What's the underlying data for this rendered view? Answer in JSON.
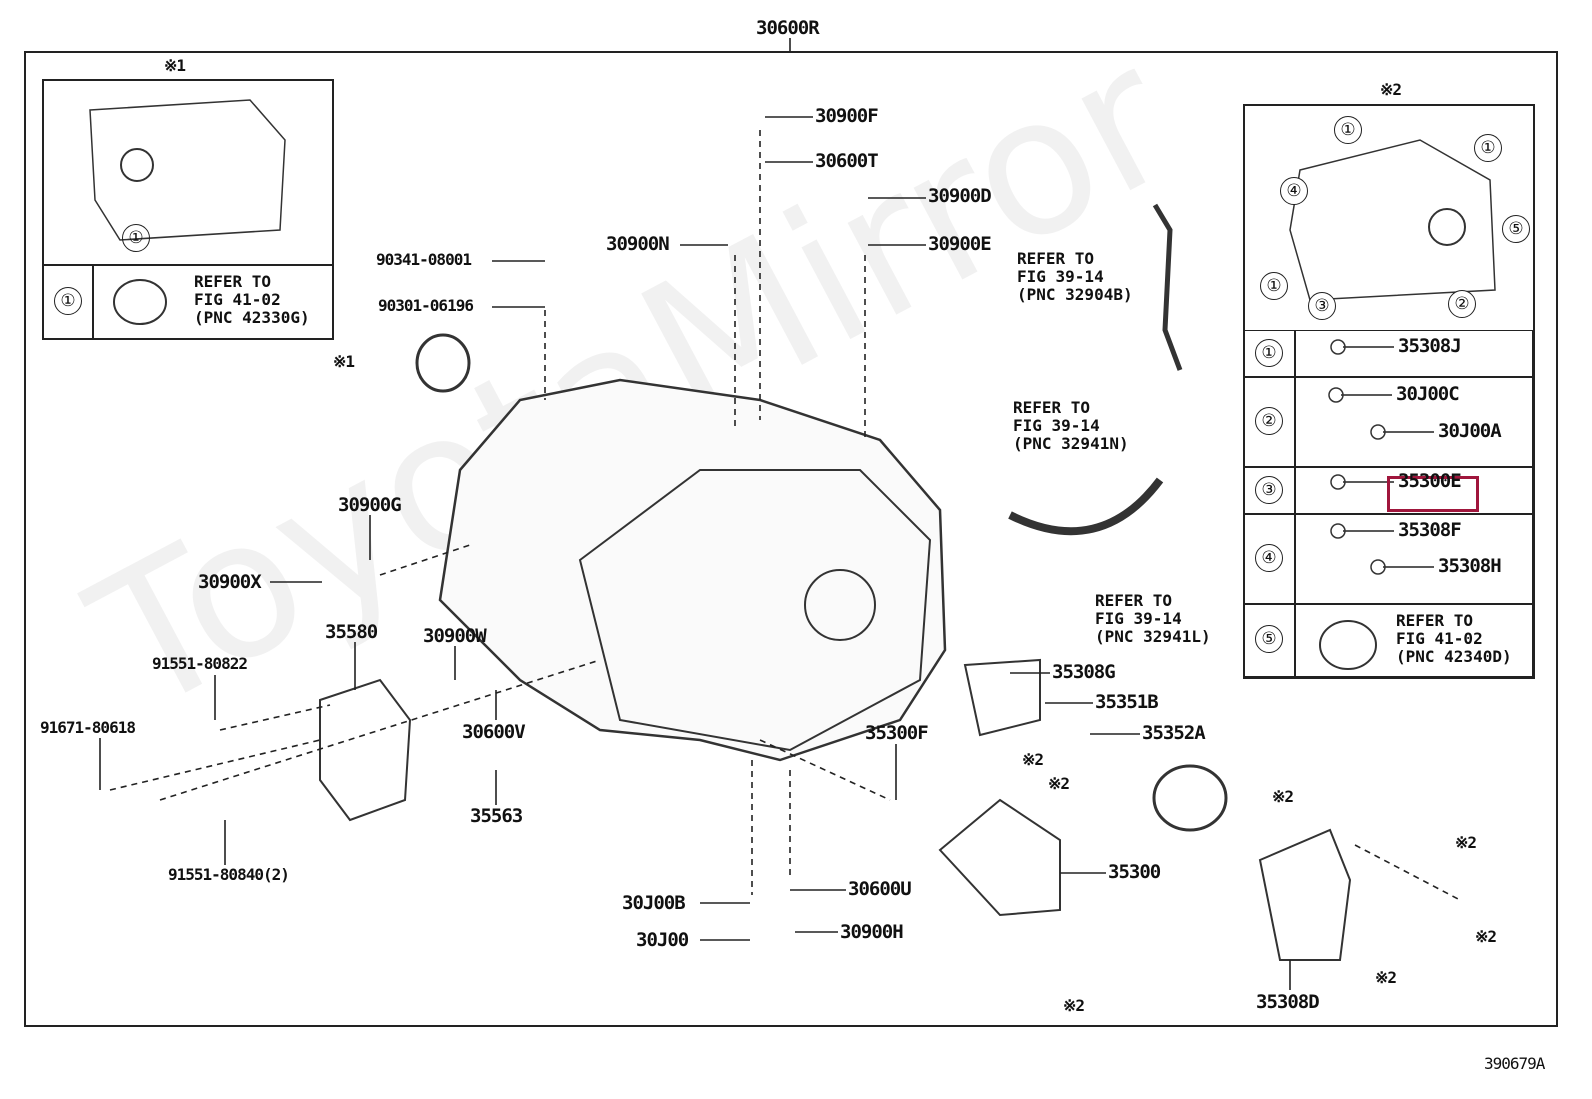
{
  "figure_id": "390679A",
  "assembly": "30600R",
  "watermark": "ToyotaMirror",
  "highlight_color": "#a0163c",
  "part_labels": [
    "30600R",
    "30900F",
    "30600T",
    "30900D",
    "30900E",
    "30900N",
    "90341-08001",
    "90301-06196",
    "30900G",
    "30900X",
    "35580",
    "30900W",
    "91551-80822",
    "91671-80618",
    "30600V",
    "35563",
    "91551-80840(2)",
    "30J00B",
    "30J00",
    "30600U",
    "30900H",
    "35300F",
    "35308G",
    "35351B",
    "35352A",
    "35300",
    "35308D"
  ],
  "refer_notes": [
    "REFER TO\nFIG 39-14\n(PNC 32904B)",
    "REFER TO\nFIG 39-14\n(PNC 32941N)",
    "REFER TO\nFIG 39-14\n(PNC 32941L)"
  ],
  "marks": [
    "※1",
    "※2",
    "※2",
    "※2",
    "※2",
    "※2",
    "※2",
    "※2"
  ],
  "inset1": {
    "mark": "※1",
    "rows": [
      {
        "num": "①",
        "note": "REFER TO\nFIG 41-02\n(PNC 42330G)"
      }
    ],
    "callout": "①"
  },
  "inset2": {
    "mark": "※2",
    "callouts": [
      "①",
      "①",
      "④",
      "⑤",
      "①",
      "③",
      "②"
    ],
    "rows": [
      {
        "num": "①",
        "parts": [
          "35308J"
        ]
      },
      {
        "num": "②",
        "parts": [
          "30J00C",
          "30J00A"
        ]
      },
      {
        "num": "③",
        "parts": [
          "35300E"
        ],
        "highlighted": true
      },
      {
        "num": "④",
        "parts": [
          "35308F",
          "35308H"
        ]
      },
      {
        "num": "⑤",
        "note": "REFER TO\nFIG 41-02\n(PNC 42340D)"
      }
    ]
  }
}
